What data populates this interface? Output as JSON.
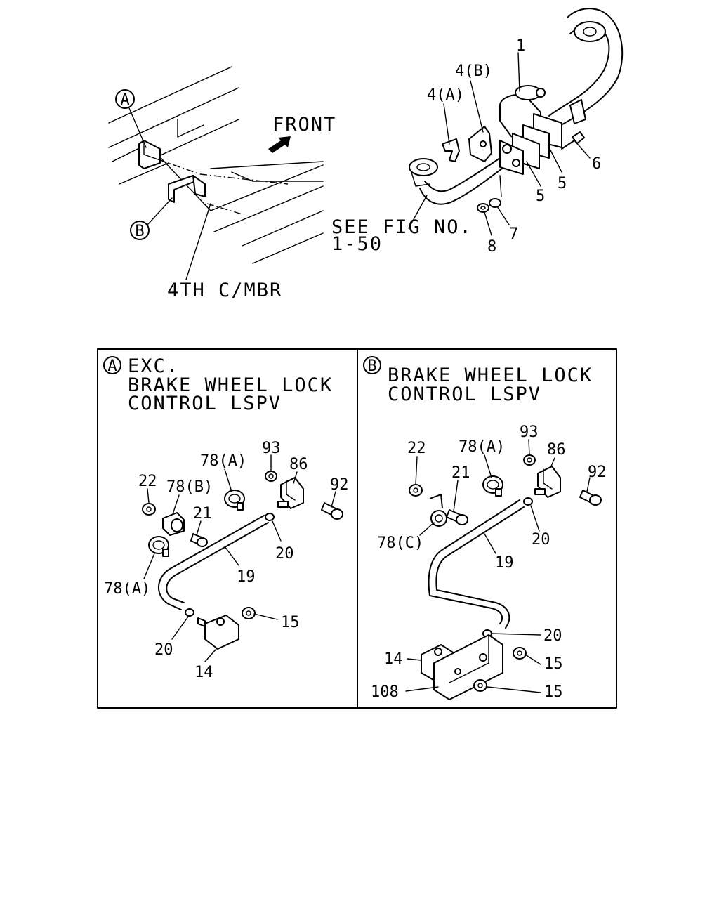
{
  "top_view": {
    "front_label": "FRONT",
    "member_label": "4TH C/MBR",
    "callout_a": "A",
    "callout_b": "B",
    "see_fig_line1": "SEE FIG NO.",
    "see_fig_line2": "1-50",
    "parts": {
      "p1": "1",
      "p4a": "4(A)",
      "p4b": "4(B)",
      "p5a": "5",
      "p5b": "5",
      "p6": "6",
      "p7": "7",
      "p8": "8"
    }
  },
  "panel_a": {
    "marker": "A",
    "title_line1": "EXC.",
    "title_line2": "BRAKE WHEEL LOCK",
    "title_line3": "CONTROL LSPV",
    "parts": {
      "p93": "93",
      "p86": "86",
      "p78a_top": "78(A)",
      "p92": "92",
      "p22": "22",
      "p78b": "78(B)",
      "p21": "21",
      "p20_top": "20",
      "p19": "19",
      "p78a_left": "78(A)",
      "p15": "15",
      "p20_bottom": "20",
      "p14": "14"
    }
  },
  "panel_b": {
    "marker": "B",
    "title_line1": "BRAKE WHEEL LOCK",
    "title_line2": "CONTROL LSPV",
    "parts": {
      "p93": "93",
      "p22": "22",
      "p78a": "78(A)",
      "p86": "86",
      "p21": "21",
      "p92": "92",
      "p20_top": "20",
      "p78c": "78(C)",
      "p19": "19",
      "p20_mid": "20",
      "p14": "14",
      "p15_upper": "15",
      "p108": "108",
      "p15_lower": "15"
    }
  }
}
